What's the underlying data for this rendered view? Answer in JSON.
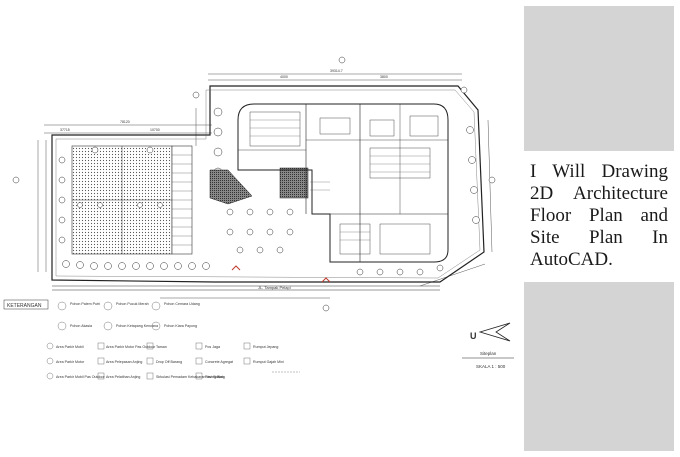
{
  "headline": "I Will Drawing 2D Architecture Floor Plan and Site Plan In AutoCAD.",
  "plan": {
    "street_label": "JL. Tampak Pelapi",
    "scale_title": "Siteplan",
    "scale_value": "SKALA 1 : 500",
    "north_letter": "U",
    "legend_title": "KETERANGAN",
    "legend_items": [
      "Pohon Palem Putri",
      "Pohon Pucuk Merah",
      "Pohon Cemara Udang",
      "Pohon Akasia",
      "Pohon Ketapang Kencana",
      "Pohon Kiara Payung",
      "Area Parkir Mobil",
      "Area Parkir Motor Pas Outdoor",
      "Taman",
      "Pos Jaga",
      "Rumput Jepang",
      "Area Parkir Motor",
      "Area Pelepasan Anjing",
      "Drop Off Barang",
      "Concrete Agregat",
      "Rumput Gajah Mini",
      "Area Parkir Mobil Pas Outdoor",
      "Area Pelatihan Anjing",
      "Sirkulasi Pemadam Kebakaran dan Barang",
      "Paving Blok"
    ]
  }
}
